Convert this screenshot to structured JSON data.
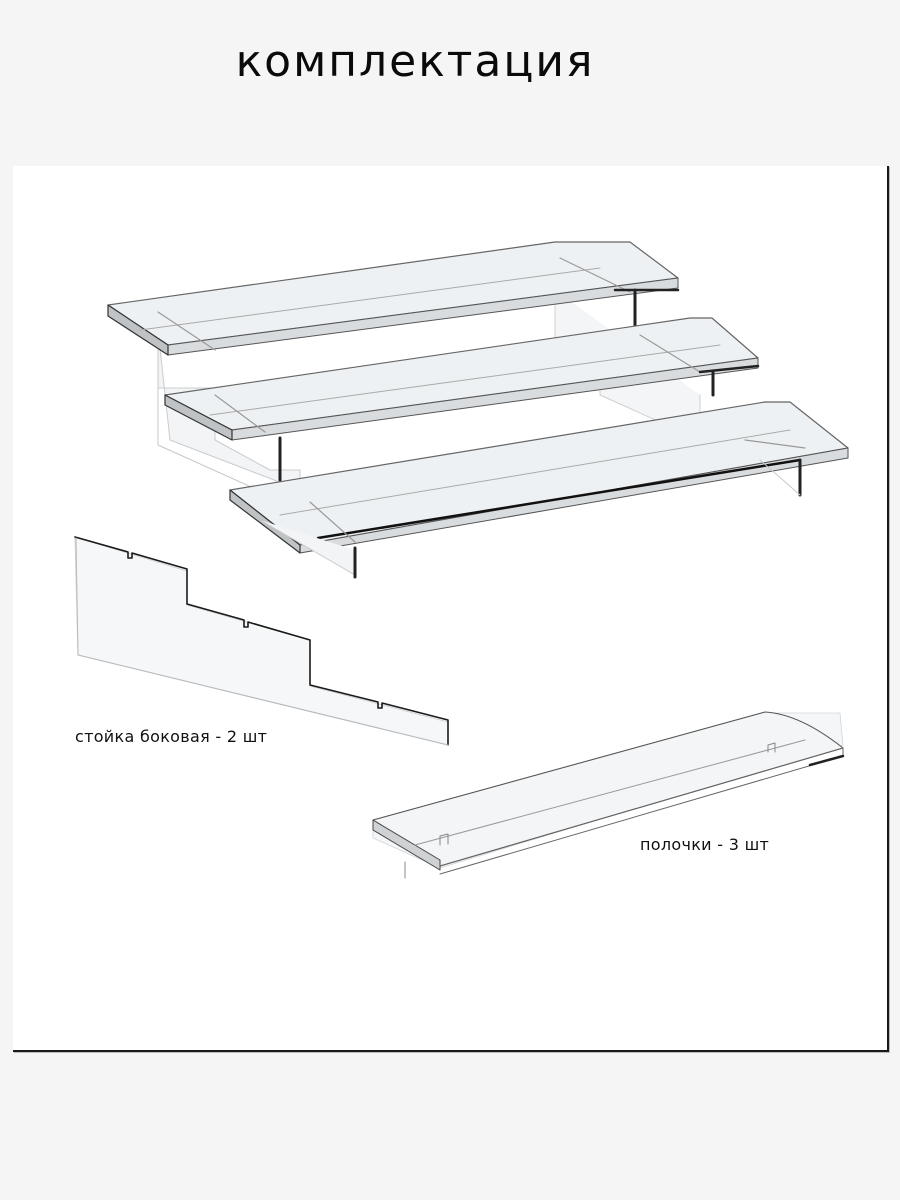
{
  "page": {
    "title": "комплектация",
    "background_color": "#f5f5f5",
    "frame_color": "#ffffff",
    "frame_border_color": "#1a1a1a"
  },
  "assembled_view": {
    "description": "assembled 3-tier acrylic stand",
    "tiers": 3
  },
  "parts": [
    {
      "name": "side-stand",
      "label": "стойка боковая - 2 шт",
      "quantity": 2
    },
    {
      "name": "shelf",
      "label": "полочки - 3 шт",
      "quantity": 3
    }
  ]
}
